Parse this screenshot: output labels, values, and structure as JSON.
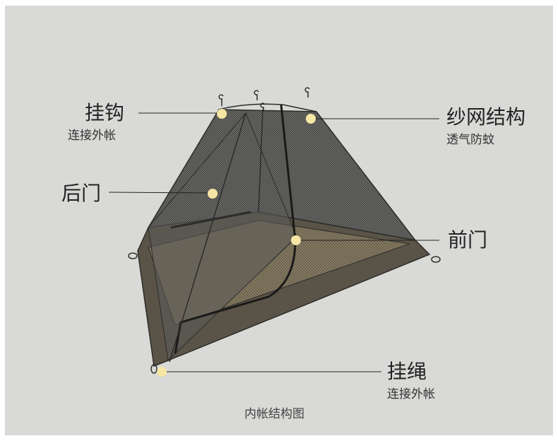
{
  "callouts": {
    "hook": {
      "title": "挂钩",
      "subtitle": "连接外帐"
    },
    "mesh": {
      "title": "纱网结构",
      "subtitle": "透气防蚊"
    },
    "back_door": {
      "title": "后门"
    },
    "front_door": {
      "title": "前门"
    },
    "rope": {
      "title": "挂绳",
      "subtitle": "连接外帐"
    }
  },
  "caption": "内帐结构图",
  "colors": {
    "background": "#d9d9d7",
    "mesh": "#5a5a58",
    "floor": "#5e574a",
    "marker": "#f6e6a4",
    "leader": "#222222"
  }
}
